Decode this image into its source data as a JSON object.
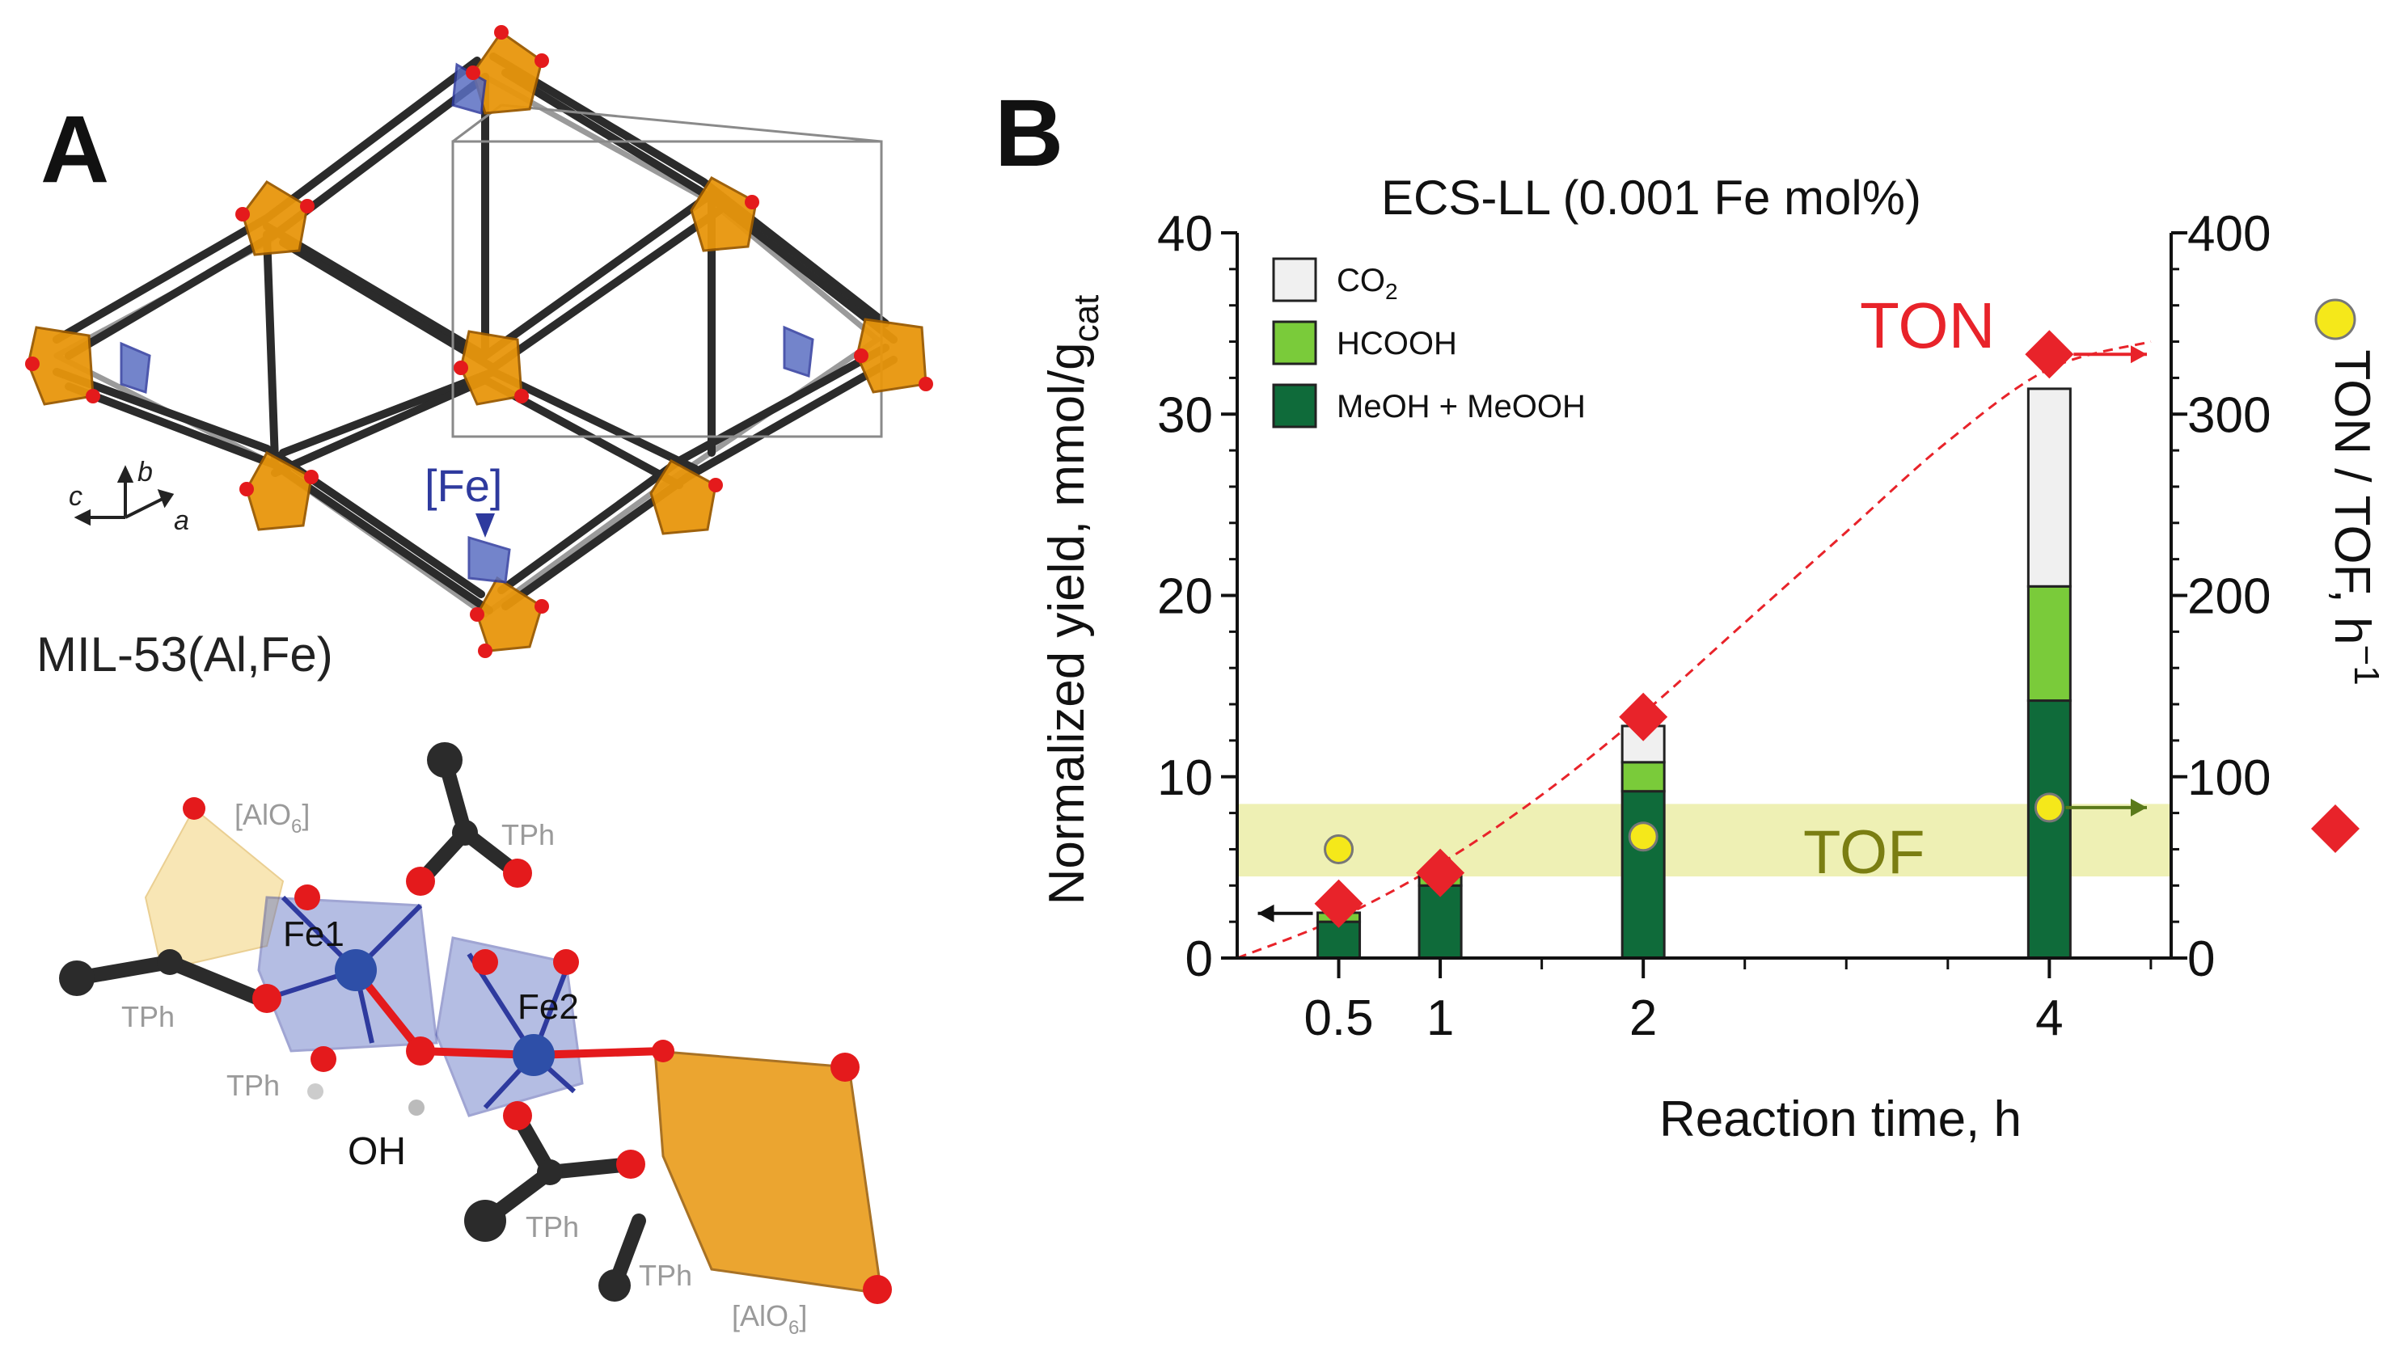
{
  "panel_a": {
    "letter": "A",
    "framework_label": "MIL-53(Al,Fe)",
    "fe_label": "[Fe]",
    "axes": {
      "a": "a",
      "b": "b",
      "c": "c"
    },
    "cluster_labels": {
      "alo6_top": "[AlO",
      "alo6_top_sub": "6",
      "alo6_top_close": "]",
      "alo6_bottom": "[AlO",
      "alo6_bottom_sub": "6",
      "alo6_bottom_close": "]",
      "fe1": "Fe1",
      "fe2": "Fe2",
      "oh": "OH",
      "tph_1": "TPh",
      "tph_2": "TPh",
      "tph_3": "TPh",
      "tph_4": "TPh",
      "tph_5": "TPh"
    },
    "colors": {
      "al_polyhedron": "#E8960C",
      "fe_polyhedron": "#5B6FC2",
      "oxygen": "#E41A1C",
      "carbon": "#2B2B2B",
      "fe_label": "#2E3A9E"
    }
  },
  "panel_b": {
    "letter": "B",
    "chart_data": {
      "type": "bar",
      "title": "ECS-LL (0.001 Fe mol%)",
      "xlabel": "Reaction time, h",
      "ylabel_main": "Normalized yield, mmol/g",
      "ylabel_sub": "cat",
      "y2label_main": "TON / TOF, h",
      "y2label_sup": "−1",
      "x_ticks": [
        0.5,
        1,
        2,
        4
      ],
      "x_tick_labels": [
        "0.5",
        "1",
        "2",
        "4"
      ],
      "xlim": [
        0.0,
        4.6
      ],
      "ylim": [
        0,
        40
      ],
      "y_ticks": [
        0,
        10,
        20,
        30,
        40
      ],
      "y_tick_labels": [
        "0",
        "10",
        "20",
        "30",
        "40"
      ],
      "y2lim": [
        0,
        400
      ],
      "y2_ticks": [
        0,
        100,
        200,
        300,
        400
      ],
      "y2_tick_labels": [
        "0",
        "100",
        "200",
        "300",
        "400"
      ],
      "series": [
        {
          "name": "MeOH + MeOOH",
          "color": "#0F6B3A",
          "values": [
            2.0,
            4.0,
            9.2,
            14.2
          ]
        },
        {
          "name": "HCOOH",
          "color": "#7ACB3A",
          "values": [
            0.5,
            0.5,
            1.6,
            6.3
          ]
        },
        {
          "name": "CO2",
          "legend_main": "CO",
          "legend_sub": "2",
          "color": "#F0F0F0",
          "values": [
            0,
            0,
            2.0,
            10.9
          ]
        }
      ],
      "ton": {
        "label": "TON",
        "color": "#E8232A",
        "x": [
          0.5,
          1,
          2,
          4
        ],
        "values": [
          30,
          47,
          133,
          333
        ]
      },
      "ton_fit": {
        "x": [
          0,
          0.5,
          1,
          1.5,
          2,
          2.5,
          3,
          3.5,
          4,
          4.5
        ],
        "values": [
          0,
          22,
          52,
          90,
          135,
          185,
          235,
          285,
          325,
          340
        ],
        "color": "#E8232A"
      },
      "tof": {
        "label": "TOF",
        "color": "#F5E81A",
        "x": [
          0.5,
          1,
          2,
          4
        ],
        "values": [
          60,
          47,
          67,
          83
        ]
      },
      "tof_band": {
        "range": [
          45,
          85
        ],
        "color": "#EEF0B4",
        "label_color": "#7A7E12"
      },
      "arrow_colors": {
        "left": "#111111",
        "ton": "#E8232A",
        "tof": "#5A7A1A"
      }
    }
  }
}
